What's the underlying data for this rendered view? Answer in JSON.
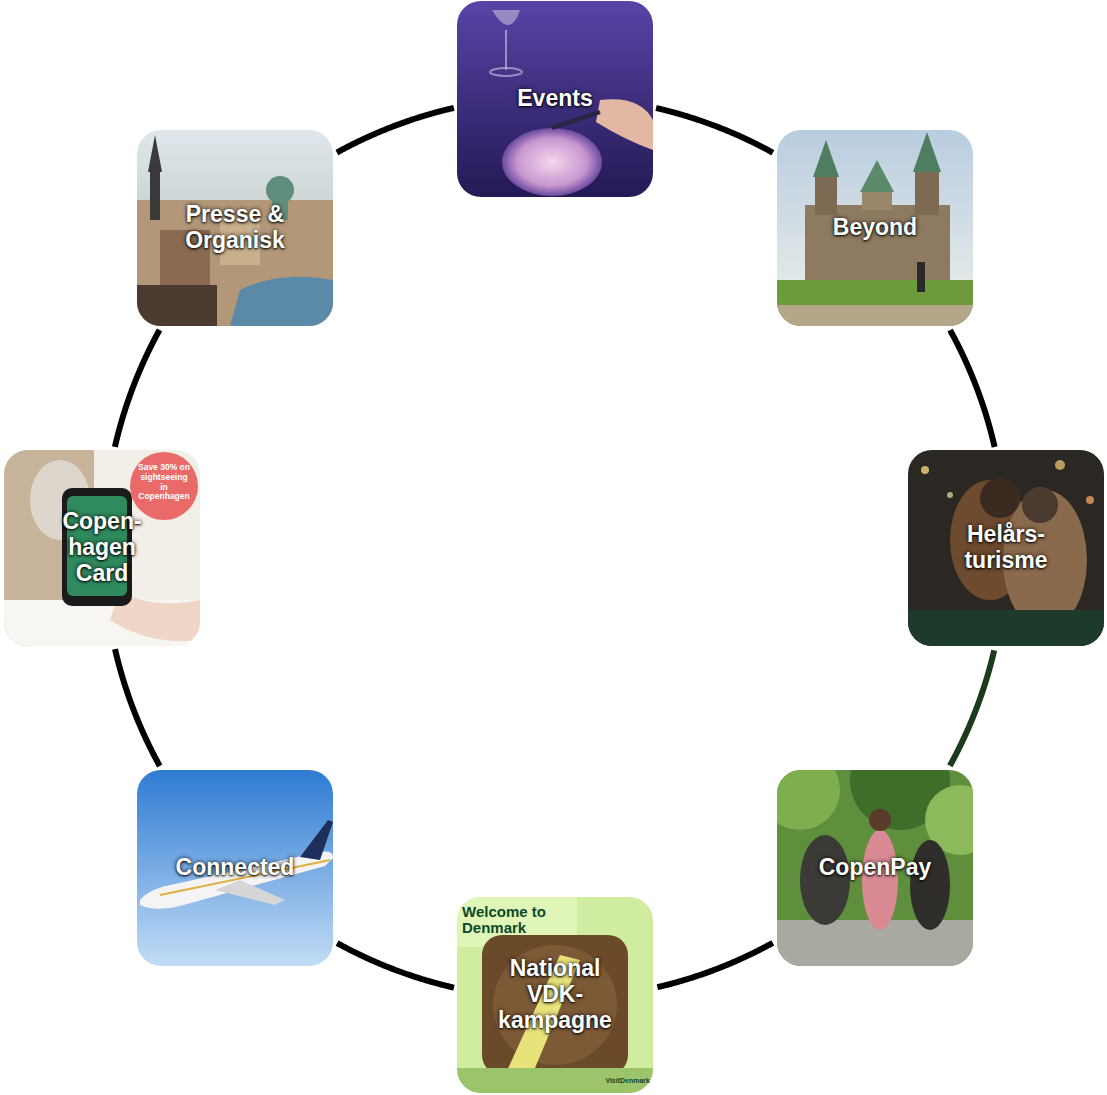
{
  "diagram": {
    "nodes": [
      {
        "text": [
          "Events"
        ]
      },
      {
        "text": [
          "Beyond"
        ]
      },
      {
        "text": [
          "Helårs- turisme"
        ]
      },
      {
        "text": [
          "CopenPay"
        ]
      },
      {
        "text": [
          "National VDK- kampagne"
        ]
      },
      {
        "text": [
          "Connected"
        ]
      },
      {
        "text": [
          "Copen- hagen Card"
        ]
      },
      {
        "text": [
          "Presse & Organisk"
        ]
      }
    ],
    "edges": [
      {
        "from": 0,
        "to": 1,
        "arrow": "none"
      },
      {
        "from": 1,
        "to": 2,
        "arrow": "none"
      },
      {
        "from": 2,
        "to": 3,
        "arrow": "none"
      },
      {
        "from": 3,
        "to": 4,
        "arrow": "none"
      },
      {
        "from": 4,
        "to": 5,
        "arrow": "none"
      },
      {
        "from": 5,
        "to": 6,
        "arrow": "none"
      },
      {
        "from": 6,
        "to": 7,
        "arrow": "none"
      },
      {
        "from": 7,
        "to": 0,
        "arrow": "none"
      }
    ],
    "labels": [
      "Save 30% on sightseeing in Copenhagen",
      "Welcome to Denmark",
      "VisitDenmark"
    ]
  }
}
